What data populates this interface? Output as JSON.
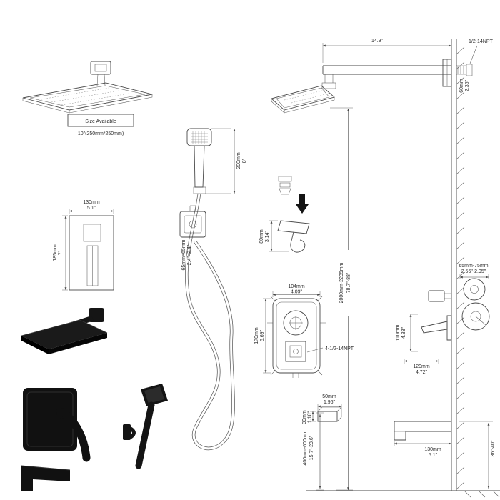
{
  "colors": {
    "background": "#ffffff",
    "line": "#4a4a4a",
    "dimension": "#454545",
    "text": "#2b2b2b",
    "product_black": "#111111"
  },
  "labels": {
    "size_available": "Size Available",
    "size_value": "10\"(250mm*250mm)",
    "trim_width_mm": "130mm",
    "trim_width_in": "5.1\"",
    "trim_height_mm": "185mm",
    "trim_height_in": "7\"",
    "handshower_len_mm": "200mm",
    "handshower_len_in": "8\"",
    "elbow_size_mm": "65mm×65mm",
    "elbow_size_in": "2.4\"×2.4\"",
    "holder_mm": "80mm",
    "holder_in": "3.14\"",
    "valve_width_mm": "104mm",
    "valve_width_in": "4.09\"",
    "valve_height_mm": "170mm",
    "valve_height_in": "6.69\"",
    "valve_npt": "4-1/2-14NPT",
    "adapter_w_mm": "50mm",
    "adapter_w_in": "1.96\"",
    "adapter_h_mm": "30mm",
    "adapter_h_in": "1.18\"",
    "arm_length_in": "14.9\"",
    "arm_npt": "1/2-14NPT",
    "flange_mm": "60mm",
    "flange_in": "2.36\"",
    "install_height_mm": "2000mm-2235mm",
    "install_height_in": "78.7\"-88\"",
    "mixer_range_mm": "65mm-75mm",
    "mixer_range_in": "2.56\"-2.95\"",
    "mixer_h_mm": "110mm",
    "mixer_h_in": "4.33\"",
    "mixer_w_mm": "120mm",
    "mixer_w_in": "4.72\"",
    "spout_height_mm": "400mm-600mm",
    "spout_height_in": "15.7\"-23.6\"",
    "spout_len_mm": "130mm",
    "spout_len_in": "5.1\"",
    "spout_floor_in": "36\"-40\""
  }
}
